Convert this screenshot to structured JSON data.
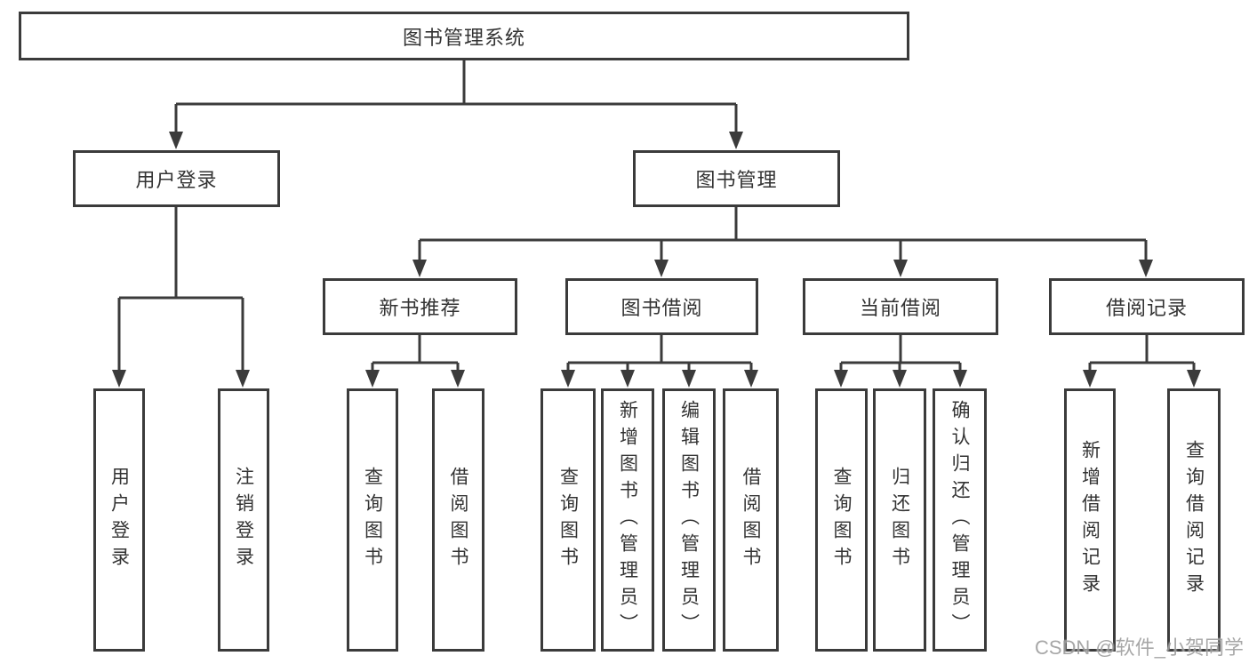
{
  "tree": {
    "root": {
      "label": "图书管理系统"
    },
    "user": {
      "label": "用户登录",
      "children": [
        "用户登录",
        "注销登录"
      ]
    },
    "book": {
      "label": "图书管理",
      "recommend": {
        "label": "新书推荐",
        "children": [
          "查询图书",
          "借阅图书"
        ]
      },
      "borrow": {
        "label": "图书借阅",
        "children": [
          "查询图书",
          "新增图书（管理员）",
          "编辑图书（管理员）",
          "借阅图书"
        ]
      },
      "current": {
        "label": "当前借阅",
        "children": [
          "查询图书",
          "归还图书",
          "确认归还（管理员）"
        ]
      },
      "records": {
        "label": "借阅记录",
        "children": [
          "新增借阅记录",
          "查询借阅记录"
        ]
      }
    }
  },
  "watermark": {
    "text": "CSDN @软件_小贺同学"
  },
  "colors": {
    "line": "#3b3b3b",
    "border": "#3b3b3b",
    "text": "#333333",
    "background": "#ffffff",
    "watermark": "#9e9e9e"
  }
}
